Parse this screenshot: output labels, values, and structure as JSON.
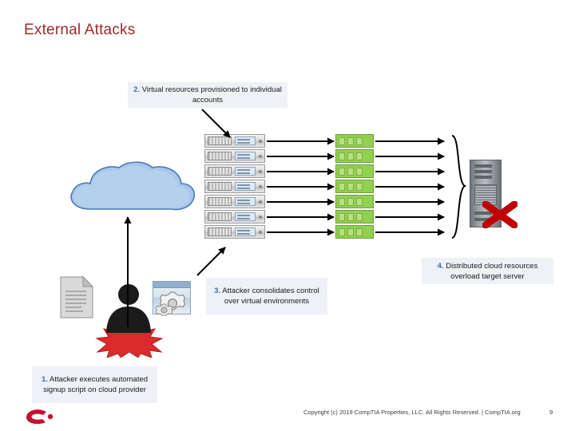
{
  "slide": {
    "title": "External Attacks",
    "page_number": "9",
    "footer": "Copyright (c) 2019 CompTIA Properties, LLC. All Rights Reserved.  |  CompTIA.org",
    "accent_color": "#9e2a2b",
    "callout_number_color": "#3a6fb0",
    "callout_bg": "#eef1f6",
    "blade_color": "#92d050"
  },
  "callouts": [
    {
      "id": "callout1",
      "number": "1.",
      "text": " Attacker executes automated signup script on cloud provider"
    },
    {
      "id": "callout2",
      "number": "2.",
      "text": " Virtual resources provisioned to individual accounts"
    },
    {
      "id": "callout3",
      "number": "3.",
      "text": " Attacker consolidates control over virtual environments"
    },
    {
      "id": "callout4",
      "number": "4.",
      "text": " Distributed cloud resources overload target server"
    }
  ],
  "graphics": {
    "cloud_label": "cloud-shape",
    "server_rack_label": "virtual-server-rack",
    "blade_rack_label": "green-resource-blades",
    "target_server_label": "target-tower-server",
    "failure_marker": "red-x-mark",
    "attacker_label": "attacker-figure",
    "script_label": "automation-script-document",
    "settings_label": "control-console"
  }
}
